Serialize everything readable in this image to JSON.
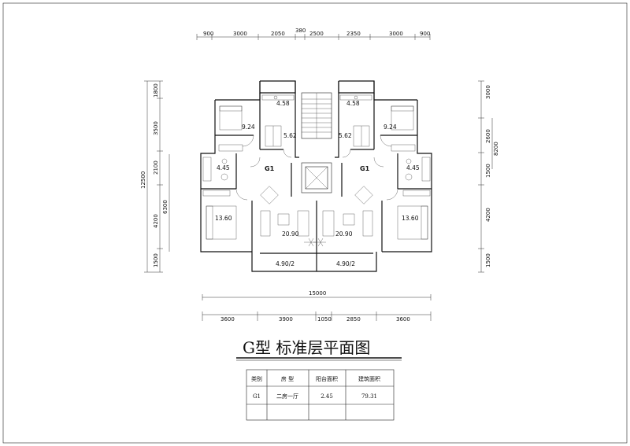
{
  "dims_top": [
    "900",
    "3000",
    "2050",
    "380",
    "2500",
    "2350",
    "3000",
    "900"
  ],
  "dims_bottom": [
    "3600",
    "3900",
    "1050",
    "2850",
    "3600"
  ],
  "overall_width": "15000",
  "dims_left": [
    "1800",
    "3500",
    "2100",
    "4200",
    "1500"
  ],
  "dims_left_sub": "6300",
  "overall_depth": "12500",
  "dims_right": [
    "3000",
    "2600",
    "1500",
    "4200",
    "1500"
  ],
  "dims_right_sub": "8200",
  "rooms": {
    "kitchen_left": "4.58",
    "kitchen_right": "4.58",
    "bed2_left": "9.24",
    "bed2_right": "9.24",
    "dining_left": "5.62",
    "dining_right": "5.62",
    "bath_left": "4.45",
    "bath_right": "4.45",
    "unit_left": "G1",
    "unit_right": "G1",
    "bed1_left": "13.60",
    "bed1_right": "13.60",
    "living_left": "20.90",
    "living_right": "20.90",
    "balcony_left": "4.90/2",
    "balcony_right": "4.90/2"
  },
  "title": "G型 标准层平面图",
  "table": {
    "headers": [
      "类别",
      "房 型",
      "阳台面积",
      "建筑面积"
    ],
    "rows": [
      [
        "G1",
        "二房一厅",
        "2.45",
        "79.31"
      ],
      [
        "",
        "",
        "",
        ""
      ]
    ]
  }
}
